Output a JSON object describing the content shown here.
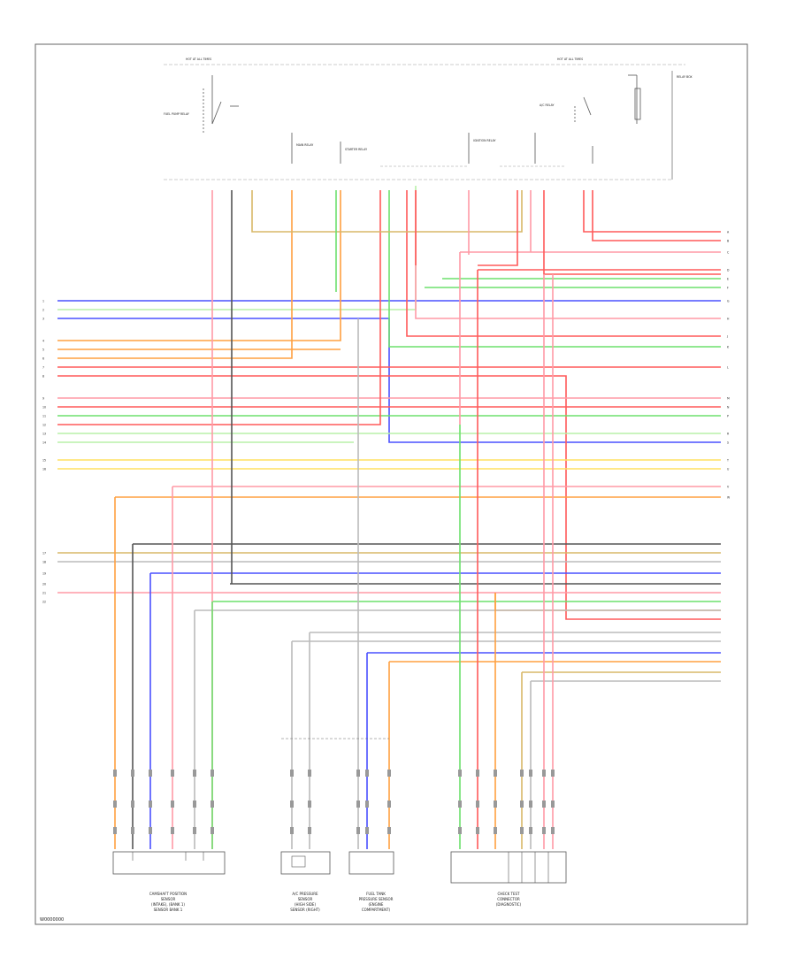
{
  "colors": {
    "red": "#ff5a5a",
    "pink": "#ff9aa6",
    "orange": "#ffa040",
    "green": "#6de06d",
    "lgreen": "#b8f0a8",
    "blue": "#4a50ff",
    "gray": "#555555",
    "lgray": "#bbbbbb",
    "tan": "#d8b868",
    "yellow": "#ffe060",
    "frame": "#666666"
  },
  "diagram": {
    "footer_code": "W0000000",
    "top_labels": [
      "HOT AT ALL TIMES",
      "HOT AT ALL TIMES",
      "RELAY BOX"
    ],
    "relay_labels": [
      "FUEL PUMP RELAY",
      "MAIN RELAY",
      "STARTER RELAY",
      "IGNITION RELAY",
      "A/C RELAY"
    ],
    "left_pins": [
      "1",
      "2",
      "3",
      "4",
      "5",
      "6",
      "7",
      "8",
      "9",
      "10",
      "11",
      "12",
      "13",
      "14",
      "15",
      "16",
      "17",
      "18",
      "19",
      "20",
      "21",
      "22"
    ],
    "right_pins": [
      "A",
      "B",
      "C",
      "D",
      "E",
      "F",
      "G",
      "H",
      "J",
      "K",
      "L",
      "M",
      "N",
      "P",
      "R",
      "S",
      "T",
      "U",
      "V",
      "W"
    ],
    "components": [
      {
        "lines": [
          "CAMSHAFT POSITION",
          "SENSOR",
          "(INTAKE), (BANK 1)",
          "SENSOR BANK 1"
        ]
      },
      {
        "lines": [
          "A/C PRESSURE",
          "SENSOR",
          "(HIGH SIDE)",
          "SENSOR (RIGHT)"
        ]
      },
      {
        "lines": [
          "FUEL TANK",
          "PRESSURE SENSOR",
          "(ENGINE",
          "COMPARTMENT)"
        ]
      },
      {
        "lines": [
          "CHECK TEST",
          "CONNECTOR",
          "(DIAGNOSTIC)"
        ]
      }
    ]
  }
}
